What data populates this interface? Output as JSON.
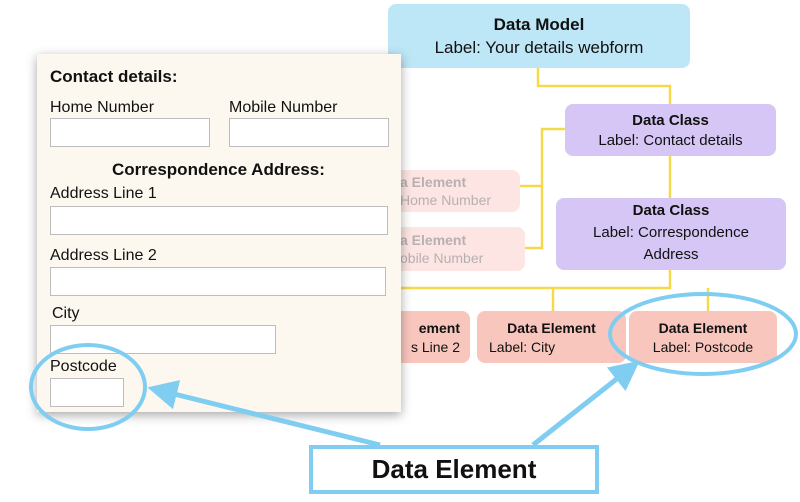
{
  "form": {
    "section_title": "Contact details:",
    "home_number_label": "Home Number",
    "mobile_number_label": "Mobile Number",
    "address_heading": "Correspondence Address:",
    "address_line1_label": "Address Line 1",
    "address_line2_label": "Address Line 2",
    "city_label": "City",
    "postcode_label": "Postcode"
  },
  "diagram": {
    "data_model": {
      "title": "Data Model",
      "label": "Label: Your details webform"
    },
    "class_contact": {
      "title": "Data Class",
      "label": "Label: Contact details"
    },
    "class_address": {
      "title": "Data Class",
      "label": "Label: Correspondence Address"
    },
    "elem_home": {
      "title": "a Element",
      "label": "Home Number"
    },
    "elem_mobile": {
      "title": "a Element",
      "label": "obile Number"
    },
    "elem_line2": {
      "title": "ement",
      "label": "s Line 2"
    },
    "elem_city": {
      "title": "Data Element",
      "label": "Label: City"
    },
    "elem_postcode": {
      "title": "Data Element",
      "label": "Label: Postcode"
    }
  },
  "callout": {
    "label": "Data Element"
  },
  "colors": {
    "model_fill": "#bde6f6",
    "class_fill": "#d5c6f5",
    "element_fill": "#f8c6bd",
    "connector": "#f5d94a",
    "highlight": "#7fcdf0"
  }
}
